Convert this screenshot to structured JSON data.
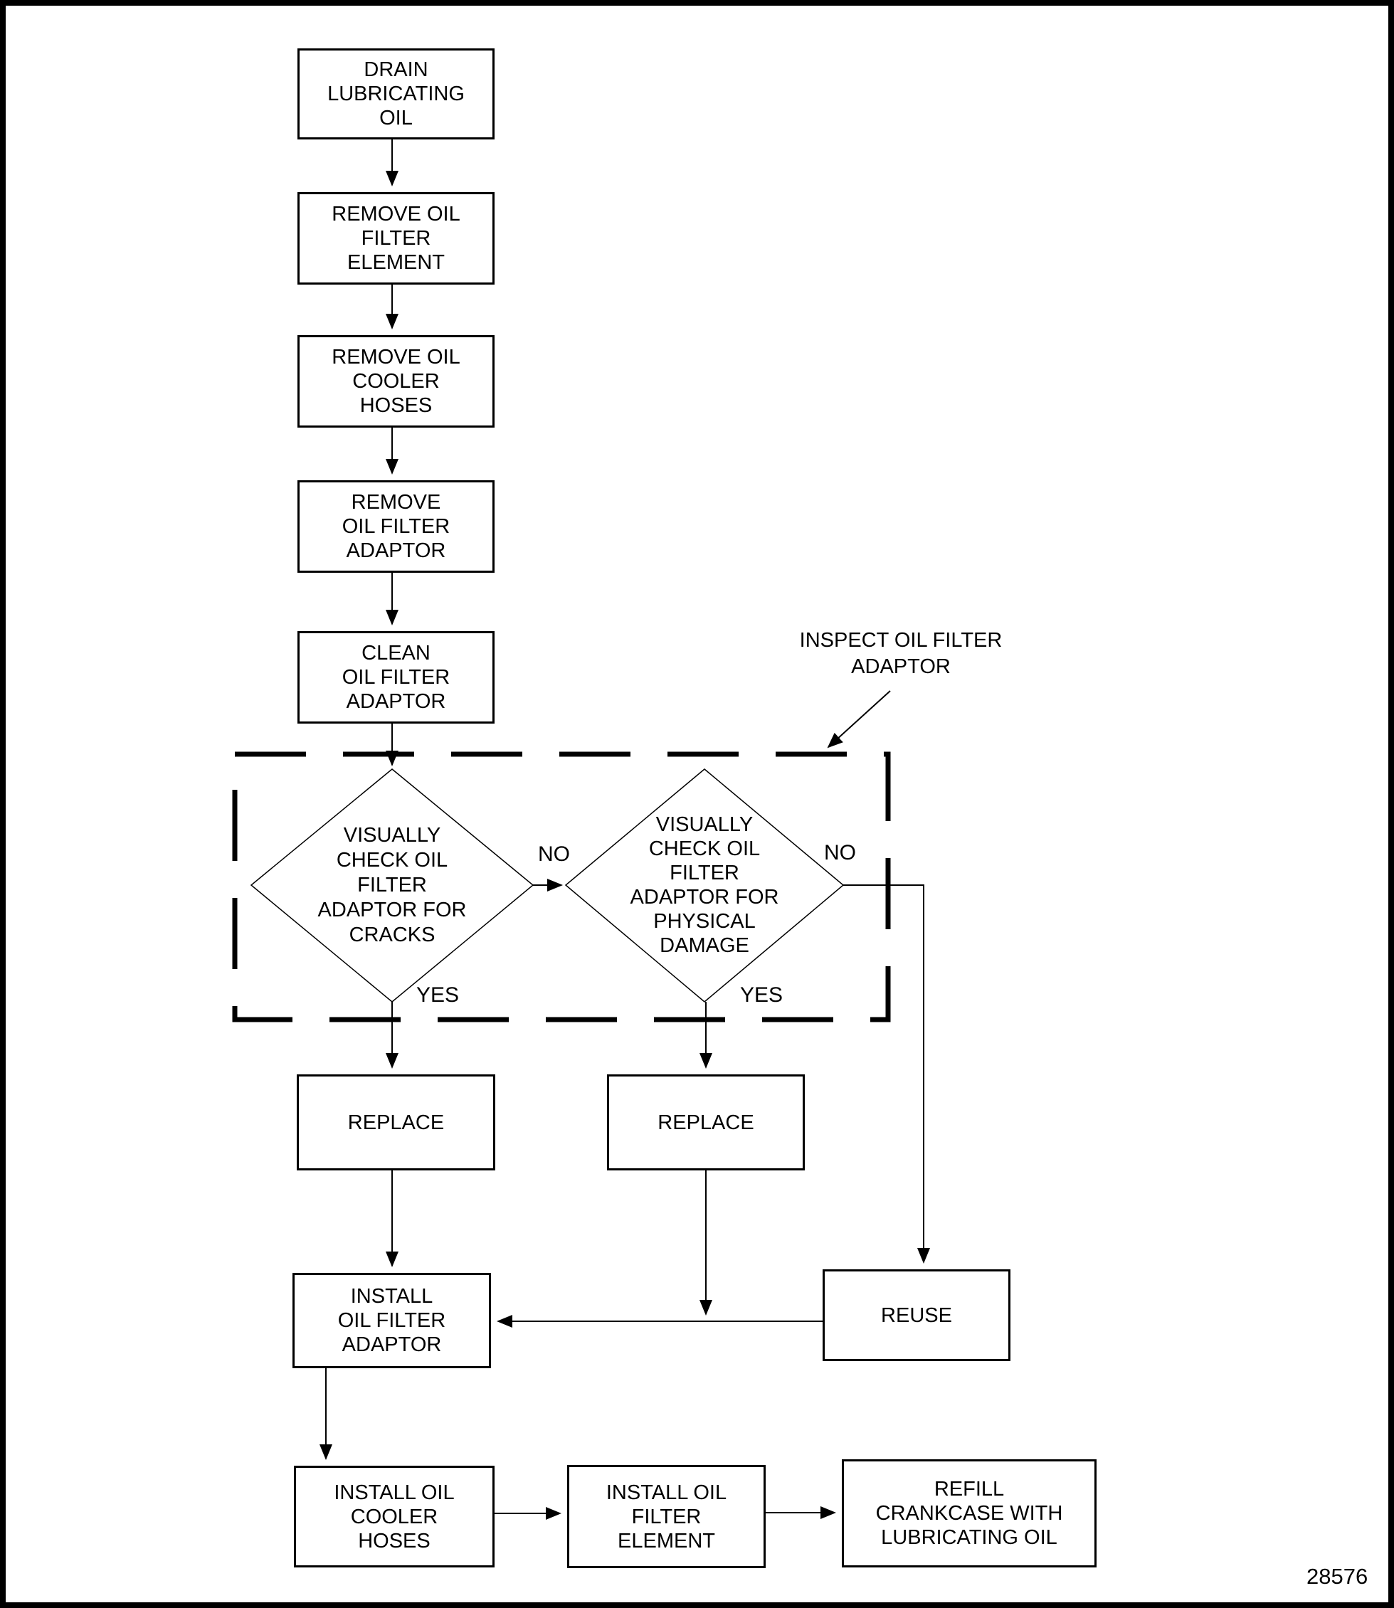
{
  "colors": {
    "ink": "#000000",
    "paper": "#ffffff"
  },
  "nodes": {
    "drain": "DRAIN\nLUBRICATING\nOIL",
    "remove_filter_element": "REMOVE OIL\nFILTER\nELEMENT",
    "remove_cooler_hoses": "REMOVE OIL\nCOOLER\nHOSES",
    "remove_adaptor": "REMOVE\nOIL FILTER\nADAPTOR",
    "clean_adaptor": "CLEAN\nOIL FILTER\nADAPTOR",
    "check_cracks": "VISUALLY\nCHECK OIL\nFILTER\nADAPTOR FOR\nCRACKS",
    "check_damage": "VISUALLY\nCHECK OIL\nFILTER\nADAPTOR FOR\nPHYSICAL\nDAMAGE",
    "replace_cracks": "REPLACE",
    "replace_damage": "REPLACE",
    "reuse": "REUSE",
    "install_adaptor": "INSTALL\nOIL FILTER\nADAPTOR",
    "install_cooler_hoses": "INSTALL OIL\nCOOLER\nHOSES",
    "install_filter_element": "INSTALL OIL\nFILTER\nELEMENT",
    "refill": "REFILL\nCRANKCASE WITH\nLUBRICATING OIL"
  },
  "labels": {
    "yes_cracks": "YES",
    "yes_damage": "YES",
    "no_cracks": "NO",
    "no_damage": "NO"
  },
  "annotation": {
    "inspect": "INSPECT OIL FILTER\nADAPTOR"
  },
  "ref_number": "28576"
}
